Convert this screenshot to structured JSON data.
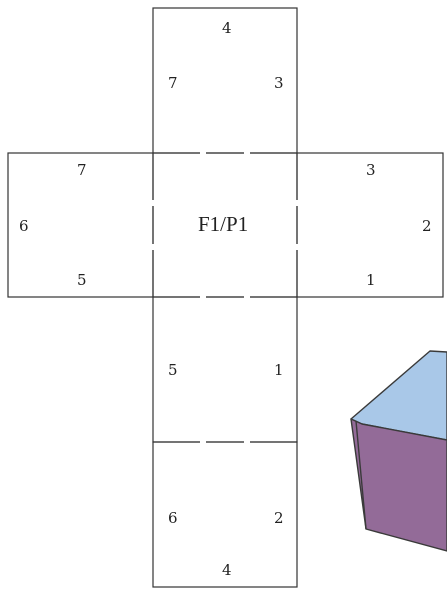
{
  "net": {
    "center_label": "F1/P1",
    "top_face": {
      "top": "4",
      "left": "7",
      "right": "3"
    },
    "left_face": {
      "top": "7",
      "left": "6",
      "bottom": "5"
    },
    "right_face": {
      "top": "3",
      "right": "2",
      "bottom": "1"
    },
    "below_face": {
      "left": "5",
      "right": "1"
    },
    "bottom_face": {
      "left": "6",
      "right": "2",
      "bottom": "4"
    }
  },
  "cube": {
    "top_color": "#a9c8e8",
    "side_color": "#936b98",
    "edge_color": "#3a3a3a"
  },
  "colors": {
    "line": "#333333",
    "text": "#222222"
  }
}
